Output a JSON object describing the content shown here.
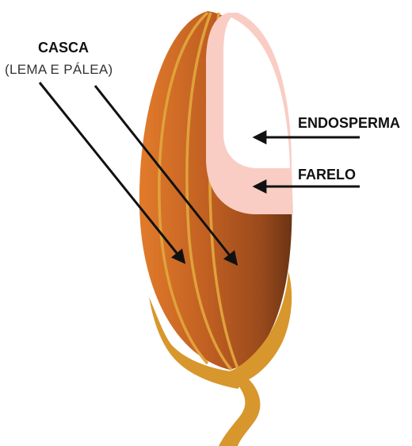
{
  "labels": {
    "casca": "CASCA",
    "casca_sub": "(LEMA E PÁLEA)",
    "endosperma": "ENDOSPERMA",
    "farelo": "FARELO"
  },
  "colors": {
    "husk_light": "#e07a2a",
    "husk_mid": "#b5561e",
    "husk_dark": "#6b3414",
    "husk_veins": "#e0a23a",
    "stem_glumes": "#d8972c",
    "bran": "#f9cdc4",
    "endosperm": "#ffffff",
    "arrows": "#111111"
  }
}
